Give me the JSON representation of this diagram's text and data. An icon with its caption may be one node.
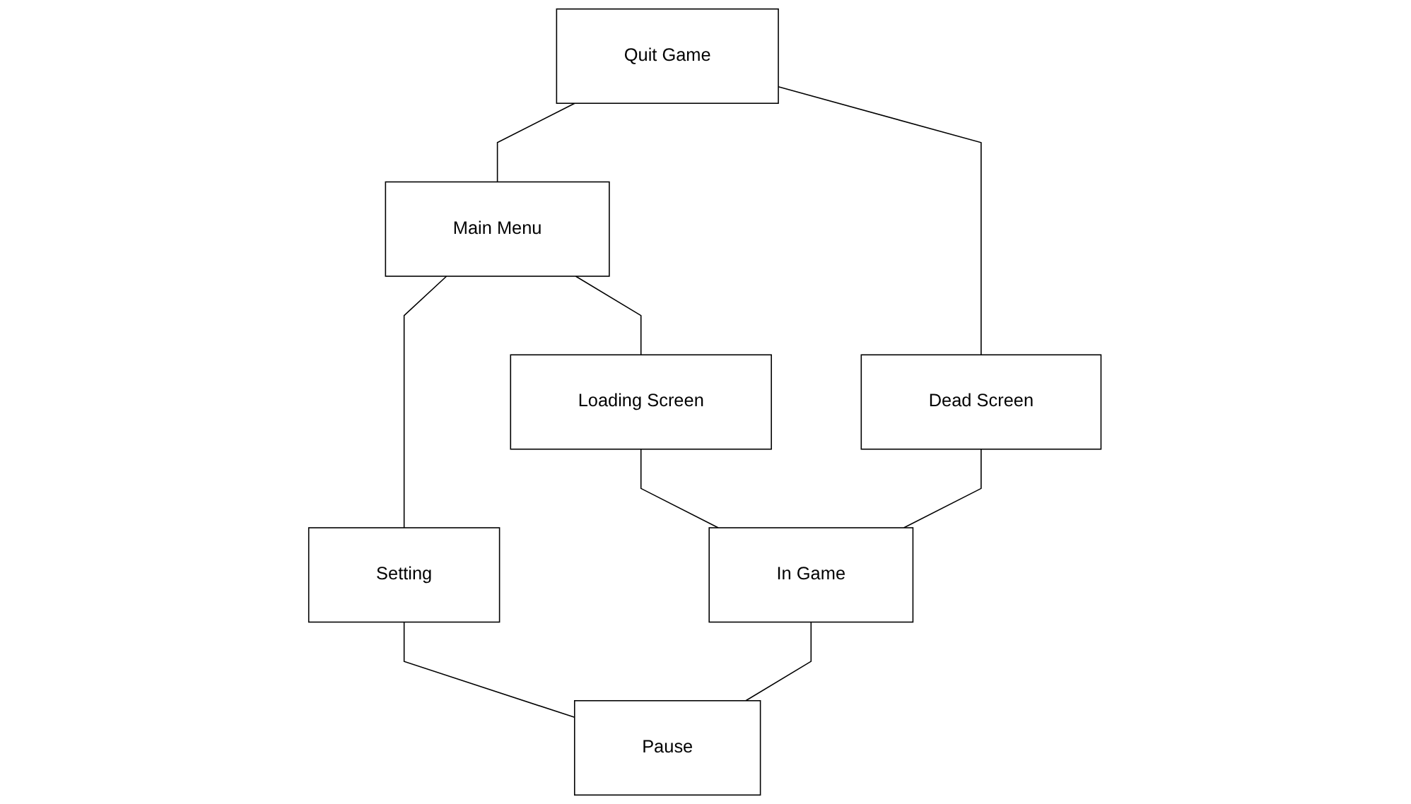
{
  "diagram": {
    "nodes": [
      {
        "text": [
          "Quit Game"
        ]
      },
      {
        "text": [
          "Main Menu"
        ]
      },
      {
        "text": [
          "Loading Screen"
        ]
      },
      {
        "text": [
          "Setting"
        ]
      },
      {
        "text": [
          "Dead Screen"
        ]
      },
      {
        "text": [
          "In Game"
        ]
      },
      {
        "text": [
          "Pause"
        ]
      }
    ],
    "edges": [
      {
        "from": 0,
        "to": 1,
        "arrow": "none"
      },
      {
        "from": 0,
        "to": 4,
        "arrow": "none"
      },
      {
        "from": 1,
        "to": 2,
        "arrow": "none"
      },
      {
        "from": 1,
        "to": 3,
        "arrow": "none"
      },
      {
        "from": 2,
        "to": 5,
        "arrow": "none"
      },
      {
        "from": 3,
        "to": 6,
        "arrow": "none"
      },
      {
        "from": 4,
        "to": 5,
        "arrow": "none"
      },
      {
        "from": 5,
        "to": 6,
        "arrow": "none"
      }
    ]
  }
}
